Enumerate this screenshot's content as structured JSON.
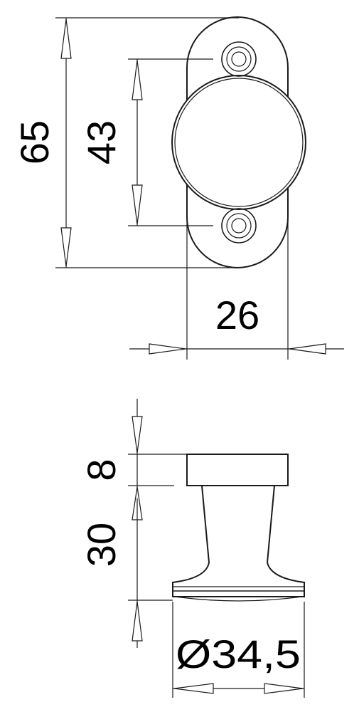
{
  "dimensions": {
    "total_height": "65",
    "hole_spacing": "43",
    "plate_width": "26",
    "knob_thickness": "8",
    "stem_height": "30",
    "base_diameter": "Ø34,5"
  }
}
